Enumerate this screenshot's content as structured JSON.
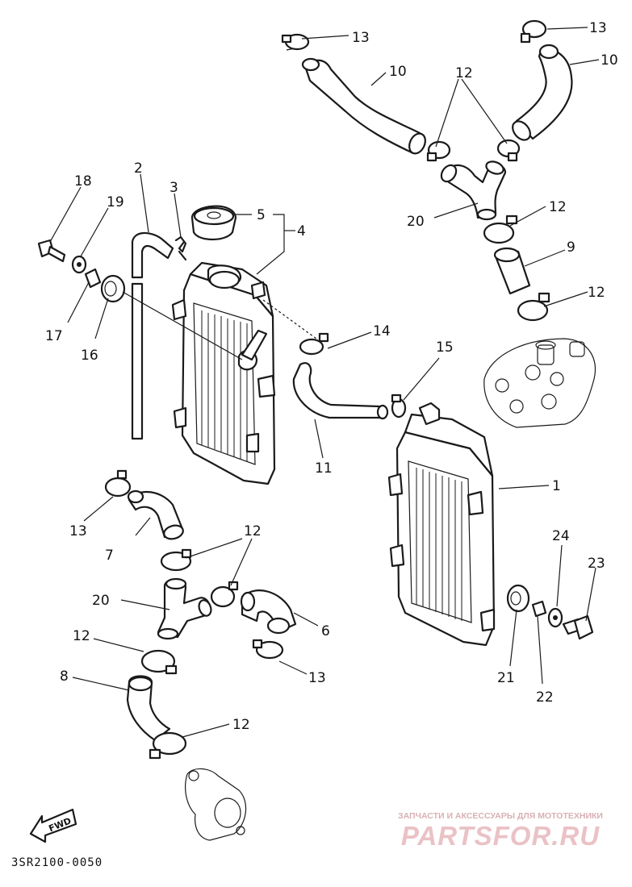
{
  "diagram_code": "3SR2100-0050",
  "fwd_label": "FWD",
  "watermark": {
    "caption": "ЗАПЧАСТИ И АКСЕССУАРЫ ДЛЯ МОТОТЕХНИКИ",
    "logo": "PARTSFOR.RU"
  },
  "callouts": {
    "c1": "1",
    "c2": "2",
    "c3": "3",
    "c4": "4",
    "c5": "5",
    "c6": "6",
    "c7": "7",
    "c8": "8",
    "c9": "9",
    "c10a": "10",
    "c10b": "10",
    "c11": "11",
    "c12a": "12",
    "c12b": "12",
    "c12c": "12",
    "c12d": "12",
    "c12e": "12",
    "c12f": "12",
    "c13a": "13",
    "c13b": "13",
    "c13c": "13",
    "c13d": "13",
    "c14": "14",
    "c15": "15",
    "c16": "16",
    "c17": "17",
    "c18": "18",
    "c19": "19",
    "c20a": "20",
    "c20b": "20",
    "c21": "21",
    "c22": "22",
    "c23": "23",
    "c24": "24"
  }
}
